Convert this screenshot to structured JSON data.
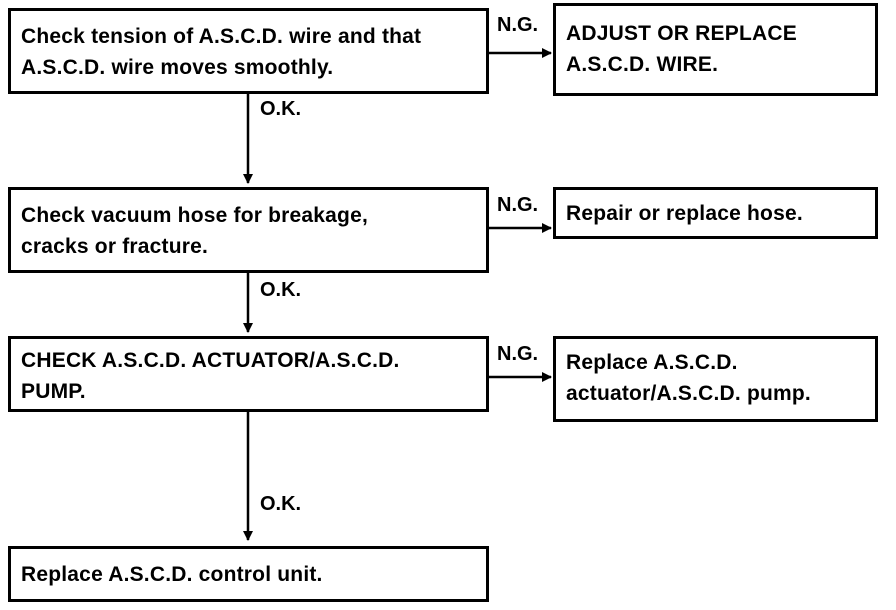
{
  "steps": [
    {
      "lines": [
        "Check tension of A.S.C.D. wire and that",
        "A.S.C.D. wire moves smoothly."
      ]
    },
    {
      "lines": [
        "Check vacuum hose for breakage,",
        "cracks or fracture."
      ]
    },
    {
      "lines": [
        "CHECK A.S.C.D. ACTUATOR/A.S.C.D.",
        "PUMP."
      ]
    },
    {
      "lines": [
        "Replace A.S.C.D. control unit."
      ]
    }
  ],
  "remedies": [
    {
      "lines": [
        "ADJUST OR REPLACE",
        "A.S.C.D. WIRE."
      ]
    },
    {
      "lines": [
        "Repair or replace hose."
      ]
    },
    {
      "lines": [
        "Replace A.S.C.D.",
        "actuator/A.S.C.D. pump."
      ]
    }
  ],
  "labels": {
    "ok": "O.K.",
    "ng": "N.G."
  }
}
